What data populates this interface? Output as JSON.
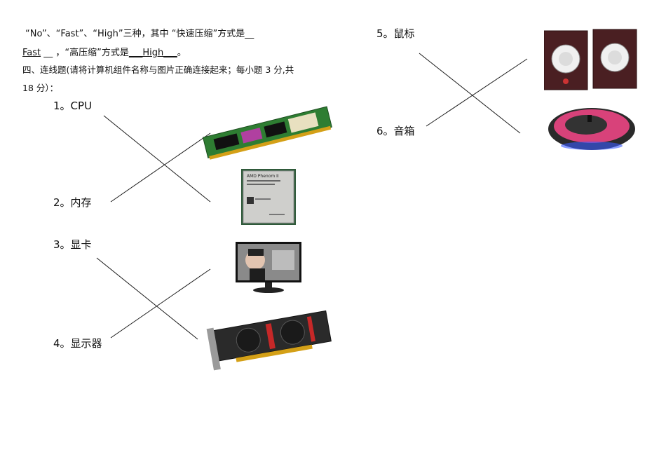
{
  "intro": {
    "line1_text": "“No”、“Fast”、“High”三种，其中 “快速压缩”方式是__",
    "line2_answer1": "Fast",
    "line2_mid": " __ ，“高压缩”方式是",
    "line2_answer2": "___High___",
    "line2_end": "。",
    "section_line1": "四、连线题(请将计算机组件名称与图片正确连接起来；每小题 3 分,共",
    "section_line2": "18 分）："
  },
  "items": [
    {
      "label": "1。CPU"
    },
    {
      "label": "2。内存"
    },
    {
      "label": "3。显卡"
    },
    {
      "label": "4。显示器"
    },
    {
      "label": "5。鼠标"
    },
    {
      "label": "6。音箱"
    }
  ],
  "images": {
    "ram": "ram-stick-image",
    "cpu": "cpu-chip-image",
    "monitor": "monitor-image",
    "gpu": "graphics-card-image",
    "speakers": "speakers-image",
    "mouse": "mouse-image"
  },
  "cpu_chip_text": "AMD Phenom II",
  "colors": {
    "line": "#1a1a1a",
    "ram_pcb": "#2e7d32",
    "gpu_body": "#2a2a2a",
    "gpu_accent": "#c62828",
    "speaker": "#4a1f22",
    "mouse_pink": "#d8427a"
  }
}
